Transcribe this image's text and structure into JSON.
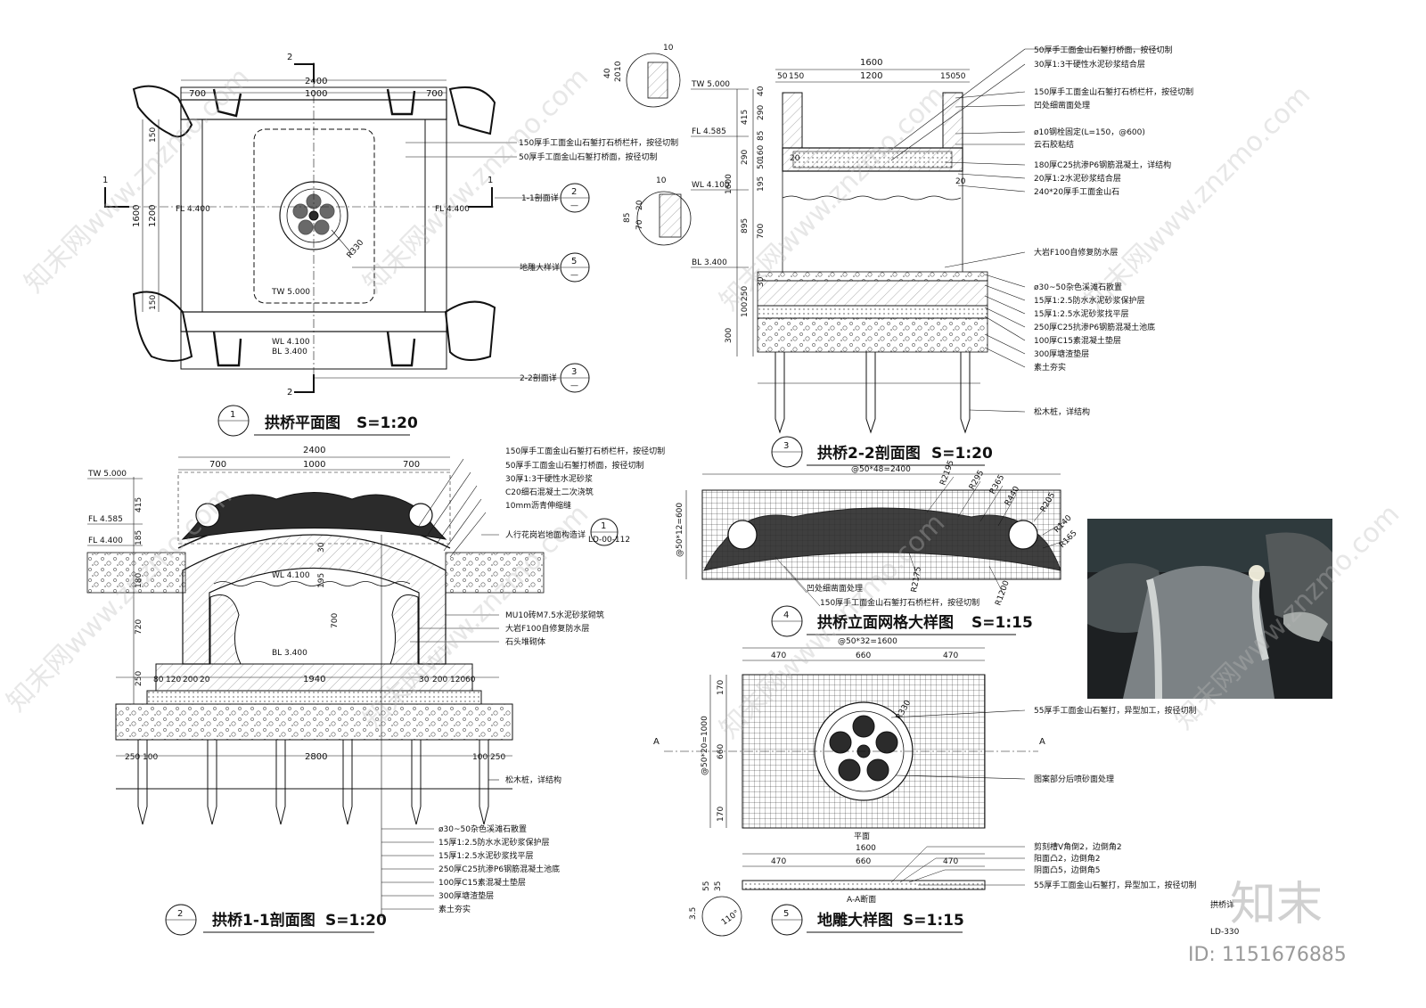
{
  "views": {
    "plan": {
      "number": "1",
      "title": "拱桥平面图",
      "scale": "S=1:20",
      "dims": [
        "2400",
        "1000",
        "700",
        "700",
        "1600",
        "1200",
        "150",
        "150",
        "R330"
      ],
      "levels": [
        "FL 4.400",
        "FL 4.400",
        "TW 5.000",
        "WL 4.100",
        "BL 3.400"
      ],
      "section_marks": [
        "1",
        "1",
        "2",
        "2"
      ],
      "callouts": [
        "150厚手工面金山石錾打石桥栏杆，按径切制",
        "50厚手工面金山石錾打桥面，按径切制",
        "1-1剖面详",
        "地雕大样详",
        "2-2剖面详"
      ],
      "callout_refs": [
        {
          "num": "2",
          "sheet": "—"
        },
        {
          "num": "5",
          "sheet": "—"
        },
        {
          "num": "3",
          "sheet": "—"
        }
      ]
    },
    "section22": {
      "number": "3",
      "title": "拱桥2-2剖面图",
      "scale": "S=1:20",
      "dims": [
        "1600",
        "50",
        "150",
        "1200",
        "150",
        "50",
        "415",
        "290",
        "40",
        "85",
        "160",
        "50",
        "20",
        "290",
        "195",
        "1600",
        "895",
        "700",
        "250",
        "30",
        "100",
        "300",
        "20",
        "10",
        "40",
        "20",
        "10",
        "85",
        "70",
        "20",
        "10"
      ],
      "levels": [
        "TW 5.000",
        "FL 4.585",
        "WL 4.100",
        "BL 3.400"
      ],
      "callouts": [
        "50厚手工面金山石錾打桥面，按径切制",
        "30厚1:3干硬性水泥砂浆结合层",
        "150厚手工面金山石錾打石桥栏杆，按径切制",
        "凹处细凿面处理",
        "ø10钢栓固定(L=150，@600)",
        "云石胶粘结",
        "180厚C25抗渗P6钢筋混凝土，详结构",
        "20厚1:2水泥砂浆结合层",
        "240*20厚手工面金山石",
        "大岩F100自修复防水层",
        "ø30~50杂色溪滩石散置",
        "15厚1:2.5防水水泥砂浆保护层",
        "15厚1:2.5水泥砂浆找平层",
        "250厚C25抗渗P6钢筋混凝土池底",
        "100厚C15素混凝土垫层",
        "300厚塘渣垫层",
        "素土夯实",
        "松木桩，详结构"
      ]
    },
    "section11": {
      "number": "2",
      "title": "拱桥1-1剖面图",
      "scale": "S=1:20",
      "dims": [
        "2400",
        "700",
        "1000",
        "700",
        "415",
        "185",
        "180",
        "720",
        "250",
        "195",
        "700",
        "30",
        "80",
        "120",
        "200",
        "20",
        "1940",
        "30",
        "200",
        "120",
        "60",
        "250",
        "100",
        "2800",
        "100",
        "250"
      ],
      "levels": [
        "TW 5.000",
        "FL 4.585",
        "FL 4.400",
        "WL 4.100",
        "BL 3.400"
      ],
      "callouts": [
        "150厚手工面金山石錾打石桥栏杆，按径切制",
        "50厚手工面金山石錾打桥面，按径切制",
        "30厚1:3干硬性水泥砂浆",
        "C20细石混凝土二次浇筑",
        "10mm沥青伸缩缝",
        "人行花岗岩地面构造详",
        "MU10砖M7.5水泥砂浆砌筑",
        "大岩F100自修复防水层",
        "石头堆砌体",
        "松木桩，详结构",
        "ø30~50杂色溪滩石散置",
        "15厚1:2.5防水水泥砂浆保护层",
        "15厚1:2.5水泥砂浆找平层",
        "250厚C25抗渗P6钢筋混凝土池底",
        "100厚C15素混凝土垫层",
        "300厚塘渣垫层",
        "素土夯实"
      ],
      "ref": {
        "num": "1",
        "sheet": "LD-00-112"
      }
    },
    "elevation": {
      "number": "4",
      "title": "拱桥立面网格大样图",
      "scale": "S=1:15",
      "dims": [
        "@50*48=2400",
        "@50*12=600",
        "R2195",
        "R295",
        "R365",
        "R440",
        "R205",
        "R140",
        "R165",
        "R2175",
        "R1200"
      ],
      "callouts": [
        "凹处细凿面处理",
        "150厚手工面金山石錾打石桥栏杆，按径切制"
      ]
    },
    "carving": {
      "number": "5",
      "title": "地雕大样图",
      "scale": "S=1:15",
      "dims": [
        "@50*32=1600",
        "470",
        "660",
        "470",
        "@50*20=1000",
        "170",
        "660",
        "170",
        "R330",
        "1600",
        "470",
        "660",
        "470",
        "55",
        "35",
        "3.5",
        "110°"
      ],
      "section_marks": [
        "A",
        "A"
      ],
      "sublabels": [
        "平面",
        "A-A断面"
      ],
      "callouts": [
        "55厚手工面金山石錾打，异型加工，按径切制",
        "图案部分后喷砂面处理",
        "剪刻槽V角倒2，边倒角2",
        "阳面凸2，边倒角2",
        "阴面凸5，边倒角5",
        "55厚手工面金山石錾打，异型加工，按径切制"
      ]
    }
  },
  "sheet": {
    "title_fragment": "拱桥详",
    "code": "LD-330",
    "brand": "知末",
    "id": "ID: 1151676885"
  },
  "watermark": "知末网www.znzmo.com"
}
